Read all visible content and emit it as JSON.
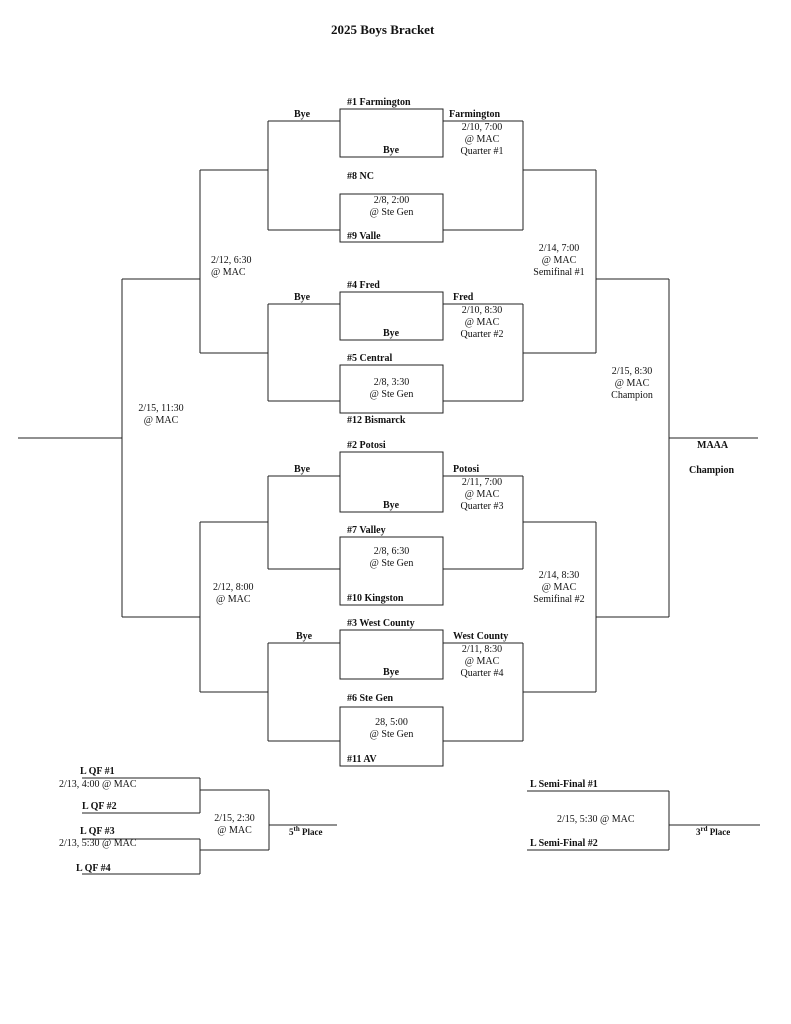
{
  "title": "2025 Boys Bracket",
  "bracket": {
    "g1": {
      "top_seed": "#1 Farmington",
      "bye": "Bye",
      "bottom": "Bye",
      "winner": "Farmington",
      "date": "2/10, 7:00",
      "site": "@ MAC",
      "round": "Quarter #1"
    },
    "g2": {
      "top_seed": "#8 NC",
      "bottom_seed": "#9 Valle",
      "date": "2/8, 2:00",
      "site": "@ Ste Gen"
    },
    "g3": {
      "top_seed": "#4 Fred",
      "bye": "Bye",
      "bottom": "Bye",
      "winner": "Fred",
      "date": "2/10, 8:30",
      "site": "@ MAC",
      "round": "Quarter #2"
    },
    "g4": {
      "top_seed": "#5 Central",
      "bottom_seed": "#12 Bismarck",
      "date": "2/8, 3:30",
      "site": "@ Ste Gen"
    },
    "g5": {
      "top_seed": "#2 Potosi",
      "bye": "Bye",
      "bottom": "Bye",
      "winner": "Potosi",
      "date": "2/11, 7:00",
      "site": "@ MAC",
      "round": "Quarter #3"
    },
    "g6": {
      "top_seed": "#7 Valley",
      "bottom_seed": "#10 Kingston",
      "date": "2/8, 6:30",
      "site": "@ Ste Gen"
    },
    "g7": {
      "top_seed": "#3 West County",
      "bye": "Bye",
      "bottom": "Bye",
      "winner": "West County",
      "date": "2/11, 8:30",
      "site": "@ MAC",
      "round": "Quarter #4"
    },
    "g8": {
      "top_seed": "#6 Ste Gen",
      "bottom_seed": "#11 AV",
      "date": "28, 5:00",
      "site": "@ Ste Gen"
    },
    "left_upper": {
      "date": "2/12, 6:30",
      "site": "@ MAC"
    },
    "left_lower": {
      "date": "2/12, 8:00",
      "site": "@ MAC"
    },
    "left_final": {
      "date": "2/15, 11:30",
      "site": "@ MAC"
    },
    "semi1": {
      "date": "2/14, 7:00",
      "site": "@ MAC",
      "round": "Semifinal #1"
    },
    "semi2": {
      "date": "2/14, 8:30",
      "site": "@ MAC",
      "round": "Semifinal #2"
    },
    "championship": {
      "date": "2/15, 8:30",
      "site": "@ MAC",
      "round": "Champion"
    },
    "champion": {
      "line1": "MAAA",
      "line2": "Champion"
    }
  },
  "consolation": {
    "lqf1": "L QF #1",
    "lqf1_game": "2/13, 4:00 @ MAC",
    "lqf2": "L QF #2",
    "lqf3": "L QF #3",
    "lqf3_game": "2/13, 5:30 @ MAC",
    "lqf4": "L QF #4",
    "fifth_date": "2/15, 2:30",
    "fifth_site": "@ MAC",
    "fifth_num": "5",
    "fifth_sup": "th",
    "fifth_label": "Place",
    "lsf1": "L Semi-Final #1",
    "lsf2": "L Semi-Final #2",
    "third_game": "2/15, 5:30 @ MAC",
    "third_num": "3",
    "third_sup": "rd",
    "third_label": "Place"
  }
}
